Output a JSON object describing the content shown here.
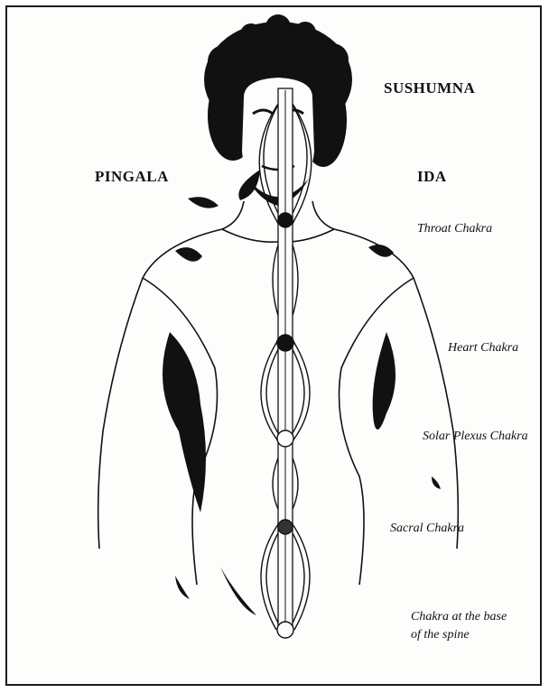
{
  "labels": {
    "sushumna": "SUSHUMNA",
    "pingala": "PINGALA",
    "ida": "IDA",
    "throat": "Throat Chakra",
    "heart": "Heart Chakra",
    "solar": "Solar Plexus Chakra",
    "sacral": "Sacral Chakra",
    "base_line1": "Chakra at the base",
    "base_line2": "of the spine"
  },
  "colors": {
    "ink": "#111111",
    "paper": "#fdfdfb"
  }
}
